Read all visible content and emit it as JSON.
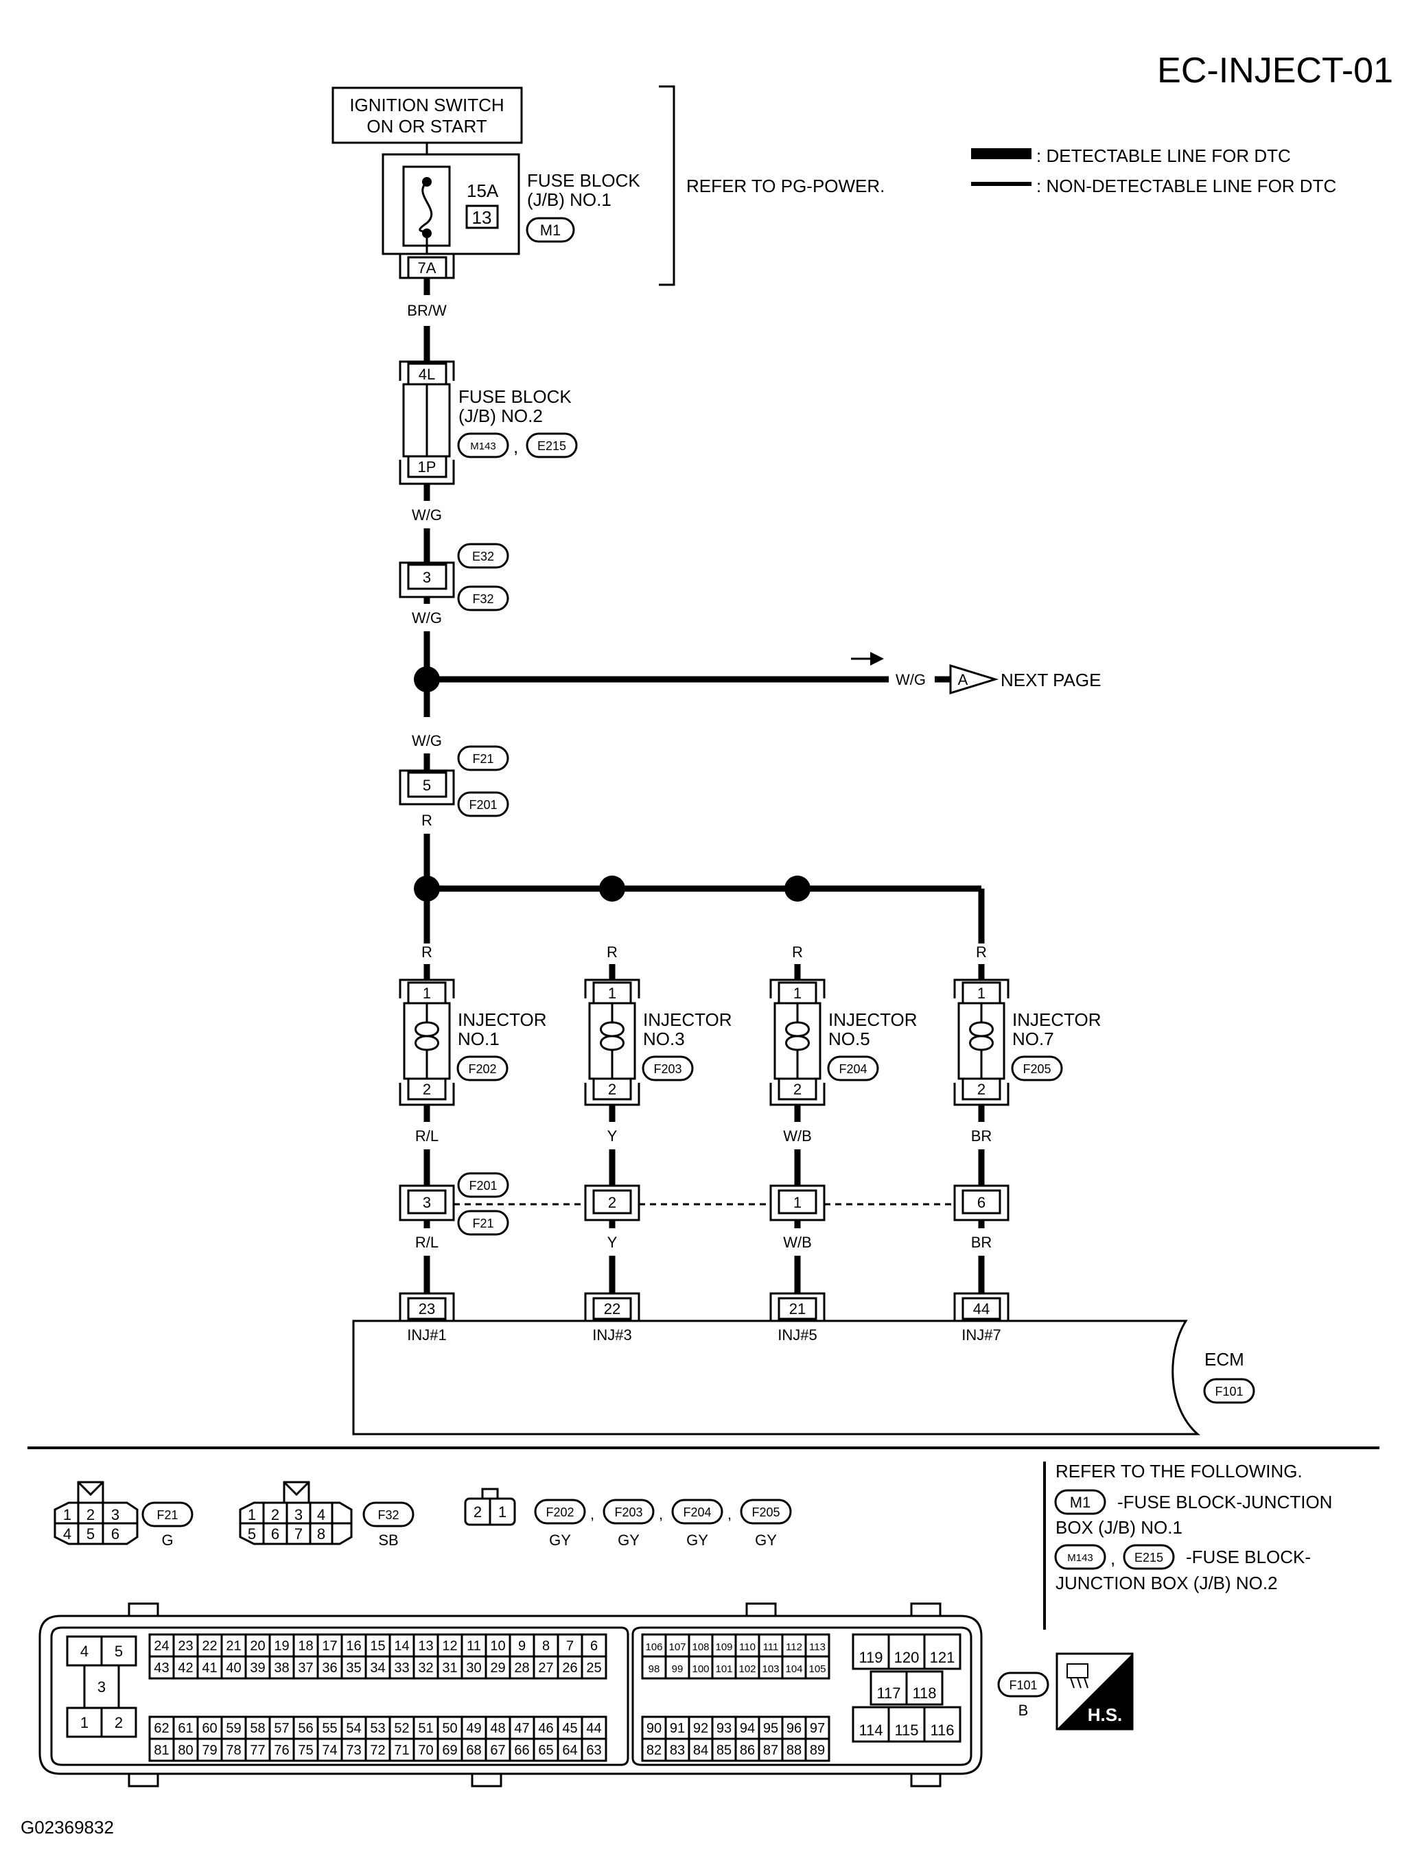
{
  "diagram_id": "EC-INJECT-01",
  "figure_code": "G02369832",
  "legend": {
    "detectable": ": DETECTABLE LINE FOR DTC",
    "non_detectable": ": NON-DETECTABLE LINE FOR DTC"
  },
  "ignition": {
    "line1": "IGNITION SWITCH",
    "line2": "ON OR START"
  },
  "fuse_block1": {
    "line1": "FUSE BLOCK",
    "line2": "(J/B) NO.1",
    "fuse_amp": "15A",
    "fuse_no": "13",
    "connector": "M1",
    "terminal": "7A"
  },
  "refer_pg": "REFER TO PG-POWER.",
  "wire_brw": "BR/W",
  "fuse_block2": {
    "line1": "FUSE BLOCK",
    "line2": "(J/B) NO.2",
    "conn1": "M143",
    "comma": ",",
    "conn2": "E215",
    "term_top": "4L",
    "term_bottom": "1P"
  },
  "wire_wg": "W/G",
  "joint1": {
    "pin": "3",
    "conn_top": "E32",
    "conn_bottom": "F32"
  },
  "next_page": {
    "wire": "W/G",
    "label": "A",
    "text": "NEXT PAGE"
  },
  "joint2": {
    "pin": "5",
    "conn_top": "F21",
    "conn_bottom": "F201"
  },
  "wire_r": "R",
  "injectors": [
    {
      "name": "INJECTOR",
      "no": "NO.1",
      "conn": "F202",
      "pin1": "1",
      "pin2": "2",
      "wire_in": "R",
      "wire_out": "R/L",
      "jpin": "3",
      "wire_ecm": "R/L",
      "ecm_pin": "23",
      "ecm_label": "INJ#1"
    },
    {
      "name": "INJECTOR",
      "no": "NO.3",
      "conn": "F203",
      "pin1": "1",
      "pin2": "2",
      "wire_in": "R",
      "wire_out": "Y",
      "jpin": "2",
      "wire_ecm": "Y",
      "ecm_pin": "22",
      "ecm_label": "INJ#3"
    },
    {
      "name": "INJECTOR",
      "no": "NO.5",
      "conn": "F204",
      "pin1": "1",
      "pin2": "2",
      "wire_in": "R",
      "wire_out": "W/B",
      "jpin": "1",
      "wire_ecm": "W/B",
      "ecm_pin": "21",
      "ecm_label": "INJ#5"
    },
    {
      "name": "INJECTOR",
      "no": "NO.7",
      "conn": "F205",
      "pin1": "1",
      "pin2": "2",
      "wire_in": "R",
      "wire_out": "BR",
      "jpin": "6",
      "wire_ecm": "BR",
      "ecm_pin": "44",
      "ecm_label": "INJ#7"
    }
  ],
  "joint3": {
    "conn_top": "F201",
    "conn_bottom": "F21"
  },
  "ecm": {
    "label": "ECM",
    "conn": "F101"
  },
  "connectors_bottom": {
    "f21": {
      "pins_top": [
        "1",
        "2",
        "3"
      ],
      "pins_bottom": [
        "4",
        "5",
        "6"
      ],
      "code": "F21",
      "color": "G"
    },
    "f32": {
      "pins_top": [
        "1",
        "2",
        "3",
        "4"
      ],
      "pins_bottom": [
        "5",
        "6",
        "7",
        "8"
      ],
      "code": "F32",
      "color": "SB"
    },
    "inj": {
      "pins": [
        "2",
        "1"
      ],
      "codes": [
        "F202",
        "F203",
        "F204",
        "F205"
      ],
      "sep": ",",
      "color": "GY"
    },
    "f101": {
      "code": "F101",
      "color": "B"
    }
  },
  "refer_box": {
    "title": "REFER TO THE FOLLOWING.",
    "m1_code": "M1",
    "m1_text": "-FUSE BLOCK-JUNCTION",
    "m1_text2": "BOX (J/B) NO.1",
    "m143_code": "M143",
    "e215_code": "E215",
    "sep": ",",
    "jb2_text": "-FUSE BLOCK-",
    "jb2_text2": "JUNCTION BOX (J/B) NO.2"
  },
  "hs_logo": "H.S.",
  "ecm_connector": {
    "left_pins": [
      "4",
      "5",
      "3",
      "1",
      "2"
    ],
    "row1": [
      "24",
      "23",
      "22",
      "21",
      "20",
      "19",
      "18",
      "17",
      "16",
      "15",
      "14",
      "13",
      "12",
      "11",
      "10",
      "9",
      "8",
      "7",
      "6"
    ],
    "row2": [
      "43",
      "42",
      "41",
      "40",
      "39",
      "38",
      "37",
      "36",
      "35",
      "34",
      "33",
      "32",
      "31",
      "30",
      "29",
      "28",
      "27",
      "26",
      "25"
    ],
    "row3": [
      "62",
      "61",
      "60",
      "59",
      "58",
      "57",
      "56",
      "55",
      "54",
      "53",
      "52",
      "51",
      "50",
      "49",
      "48",
      "47",
      "46",
      "45",
      "44"
    ],
    "row4": [
      "81",
      "80",
      "79",
      "78",
      "77",
      "76",
      "75",
      "74",
      "73",
      "72",
      "71",
      "70",
      "69",
      "68",
      "67",
      "66",
      "65",
      "64",
      "63"
    ],
    "mrow1": [
      "106",
      "107",
      "108",
      "109",
      "110",
      "111",
      "112",
      "113"
    ],
    "mrow2": [
      "98",
      "99",
      "100",
      "101",
      "102",
      "103",
      "104",
      "105"
    ],
    "mrow3": [
      "90",
      "91",
      "92",
      "93",
      "94",
      "95",
      "96",
      "97"
    ],
    "mrow4": [
      "82",
      "83",
      "84",
      "85",
      "86",
      "87",
      "88",
      "89"
    ],
    "right_top": [
      "119",
      "120",
      "121"
    ],
    "right_mid": [
      "117",
      "118"
    ],
    "right_bottom": [
      "114",
      "115",
      "116"
    ]
  }
}
